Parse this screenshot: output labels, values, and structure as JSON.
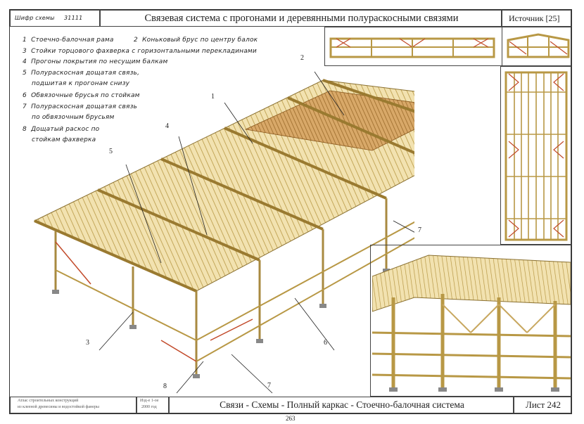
{
  "header": {
    "code_label": "Шифр схемы",
    "code_value": "31111",
    "title": "Связевая система с прогонами и деревянными полураскосными связями",
    "source": "Источник [25]"
  },
  "legend": [
    {
      "num": "1",
      "text": "Стоечно-балочная рама"
    },
    {
      "num": "2",
      "text": "Коньковый брус по центру балок"
    },
    {
      "num": "3",
      "text": "Стойки торцового фахверка с горизонтальными перекладинами"
    },
    {
      "num": "4",
      "text": "Прогоны покрытия по несущим балкам"
    },
    {
      "num": "5",
      "text": "Полураскосная дощатая связь,"
    },
    {
      "num": "",
      "text": "подшитая к прогонам снизу"
    },
    {
      "num": "6",
      "text": "Обвязочные брусья по стойкам"
    },
    {
      "num": "7",
      "text": "Полураскосная дощатая связь"
    },
    {
      "num": "",
      "text": "по обвязочным брусьям"
    },
    {
      "num": "8",
      "text": "Дощатый раскос по"
    },
    {
      "num": "",
      "text": "стойкам фахверка"
    }
  ],
  "callouts": [
    "1",
    "2",
    "3",
    "4",
    "5",
    "6",
    "7",
    "7",
    "8"
  ],
  "footer": {
    "atlas_line1": "Атлас строительных конструкций",
    "atlas_line2": "из клееной древесины и водостойкой фанеры",
    "edition_line1": "Изд-е 1-ое",
    "edition_line2": "2000 год",
    "caption": "Связи - Схемы - Полный каркас  - Стоечно-балочная система",
    "sheet": "Лист 242",
    "page": "263"
  },
  "colors": {
    "wood": "#e8cf8a",
    "wood_dark": "#b89845",
    "brace": "#c24a2a",
    "line": "#333333"
  }
}
